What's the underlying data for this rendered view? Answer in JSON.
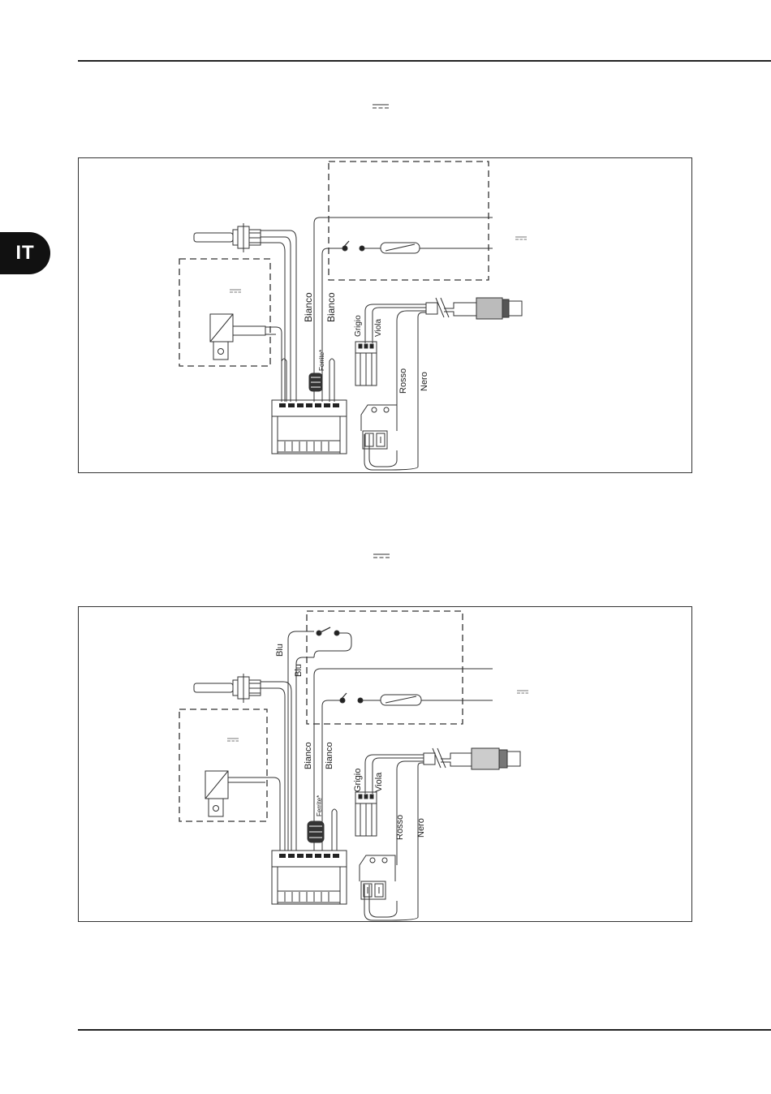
{
  "page": {
    "language_tab": "IT"
  },
  "diagrams": [
    {
      "labels": {
        "wire_white_1": "Bianco",
        "wire_white_2": "Bianco",
        "ferrite": "Ferrite*",
        "wire_grey": "Grigio",
        "wire_violet": "Viola",
        "wire_red": "Rosso",
        "wire_black": "Nero"
      }
    },
    {
      "labels": {
        "wire_blue_1": "Blu",
        "wire_blue_2": "Blu",
        "wire_white_1": "Bianco",
        "wire_white_2": "Bianco",
        "ferrite": "Ferrite*",
        "wire_grey": "Grigio",
        "wire_violet": "Viola",
        "wire_red": "Rosso",
        "wire_black": "Nero"
      }
    }
  ]
}
